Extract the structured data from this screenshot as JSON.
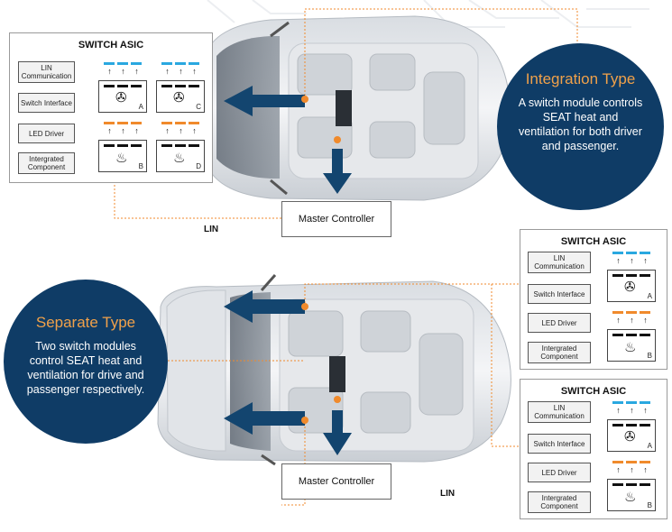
{
  "top": {
    "asic": {
      "title": "SWITCH ASIC",
      "labels": [
        "LIN Communication",
        "Switch Interface",
        "LED Driver",
        "Intergrated Component"
      ],
      "switches": [
        {
          "letter": "A",
          "icon": "fan-seat-icon",
          "indicator": "#2aa8e0"
        },
        {
          "letter": "C",
          "icon": "fan-seat-icon",
          "indicator": "#2aa8e0"
        },
        {
          "letter": "B",
          "icon": "heated-seat-icon",
          "indicator": "#f08a2c"
        },
        {
          "letter": "D",
          "icon": "heated-seat-icon",
          "indicator": "#f08a2c"
        }
      ]
    },
    "circle": {
      "title": "Integration Type",
      "body": "A switch module controls SEAT heat and ventilation for both driver and passenger."
    },
    "master": "Master Controller",
    "lin": "LIN"
  },
  "bottom": {
    "circle": {
      "title": "Separate Type",
      "body": "Two switch modules control SEAT heat and ventilation for drive and passenger respectively."
    },
    "master": "Master Controller",
    "lin": "LIN",
    "asics": [
      {
        "title": "SWITCH ASIC",
        "labels": [
          "LIN Communication",
          "Switch Interface",
          "LED Driver",
          "Intergrated Component"
        ],
        "switches": [
          {
            "letter": "A",
            "icon": "fan-seat-icon",
            "indicator": "#2aa8e0"
          },
          {
            "letter": "B",
            "icon": "heated-seat-icon",
            "indicator": "#f08a2c"
          }
        ]
      },
      {
        "title": "SWITCH ASIC",
        "labels": [
          "LIN Communication",
          "Switch Interface",
          "LED Driver",
          "Intergrated Component"
        ],
        "switches": [
          {
            "letter": "A",
            "icon": "fan-seat-icon",
            "indicator": "#2aa8e0"
          },
          {
            "letter": "B",
            "icon": "heated-seat-icon",
            "indicator": "#f08a2c"
          }
        ]
      }
    ]
  },
  "colors": {
    "navy": "#0f3c66",
    "accent_orange": "#f08a2c",
    "accent_blue": "#2aa8e0",
    "arrow": "#13456f"
  }
}
